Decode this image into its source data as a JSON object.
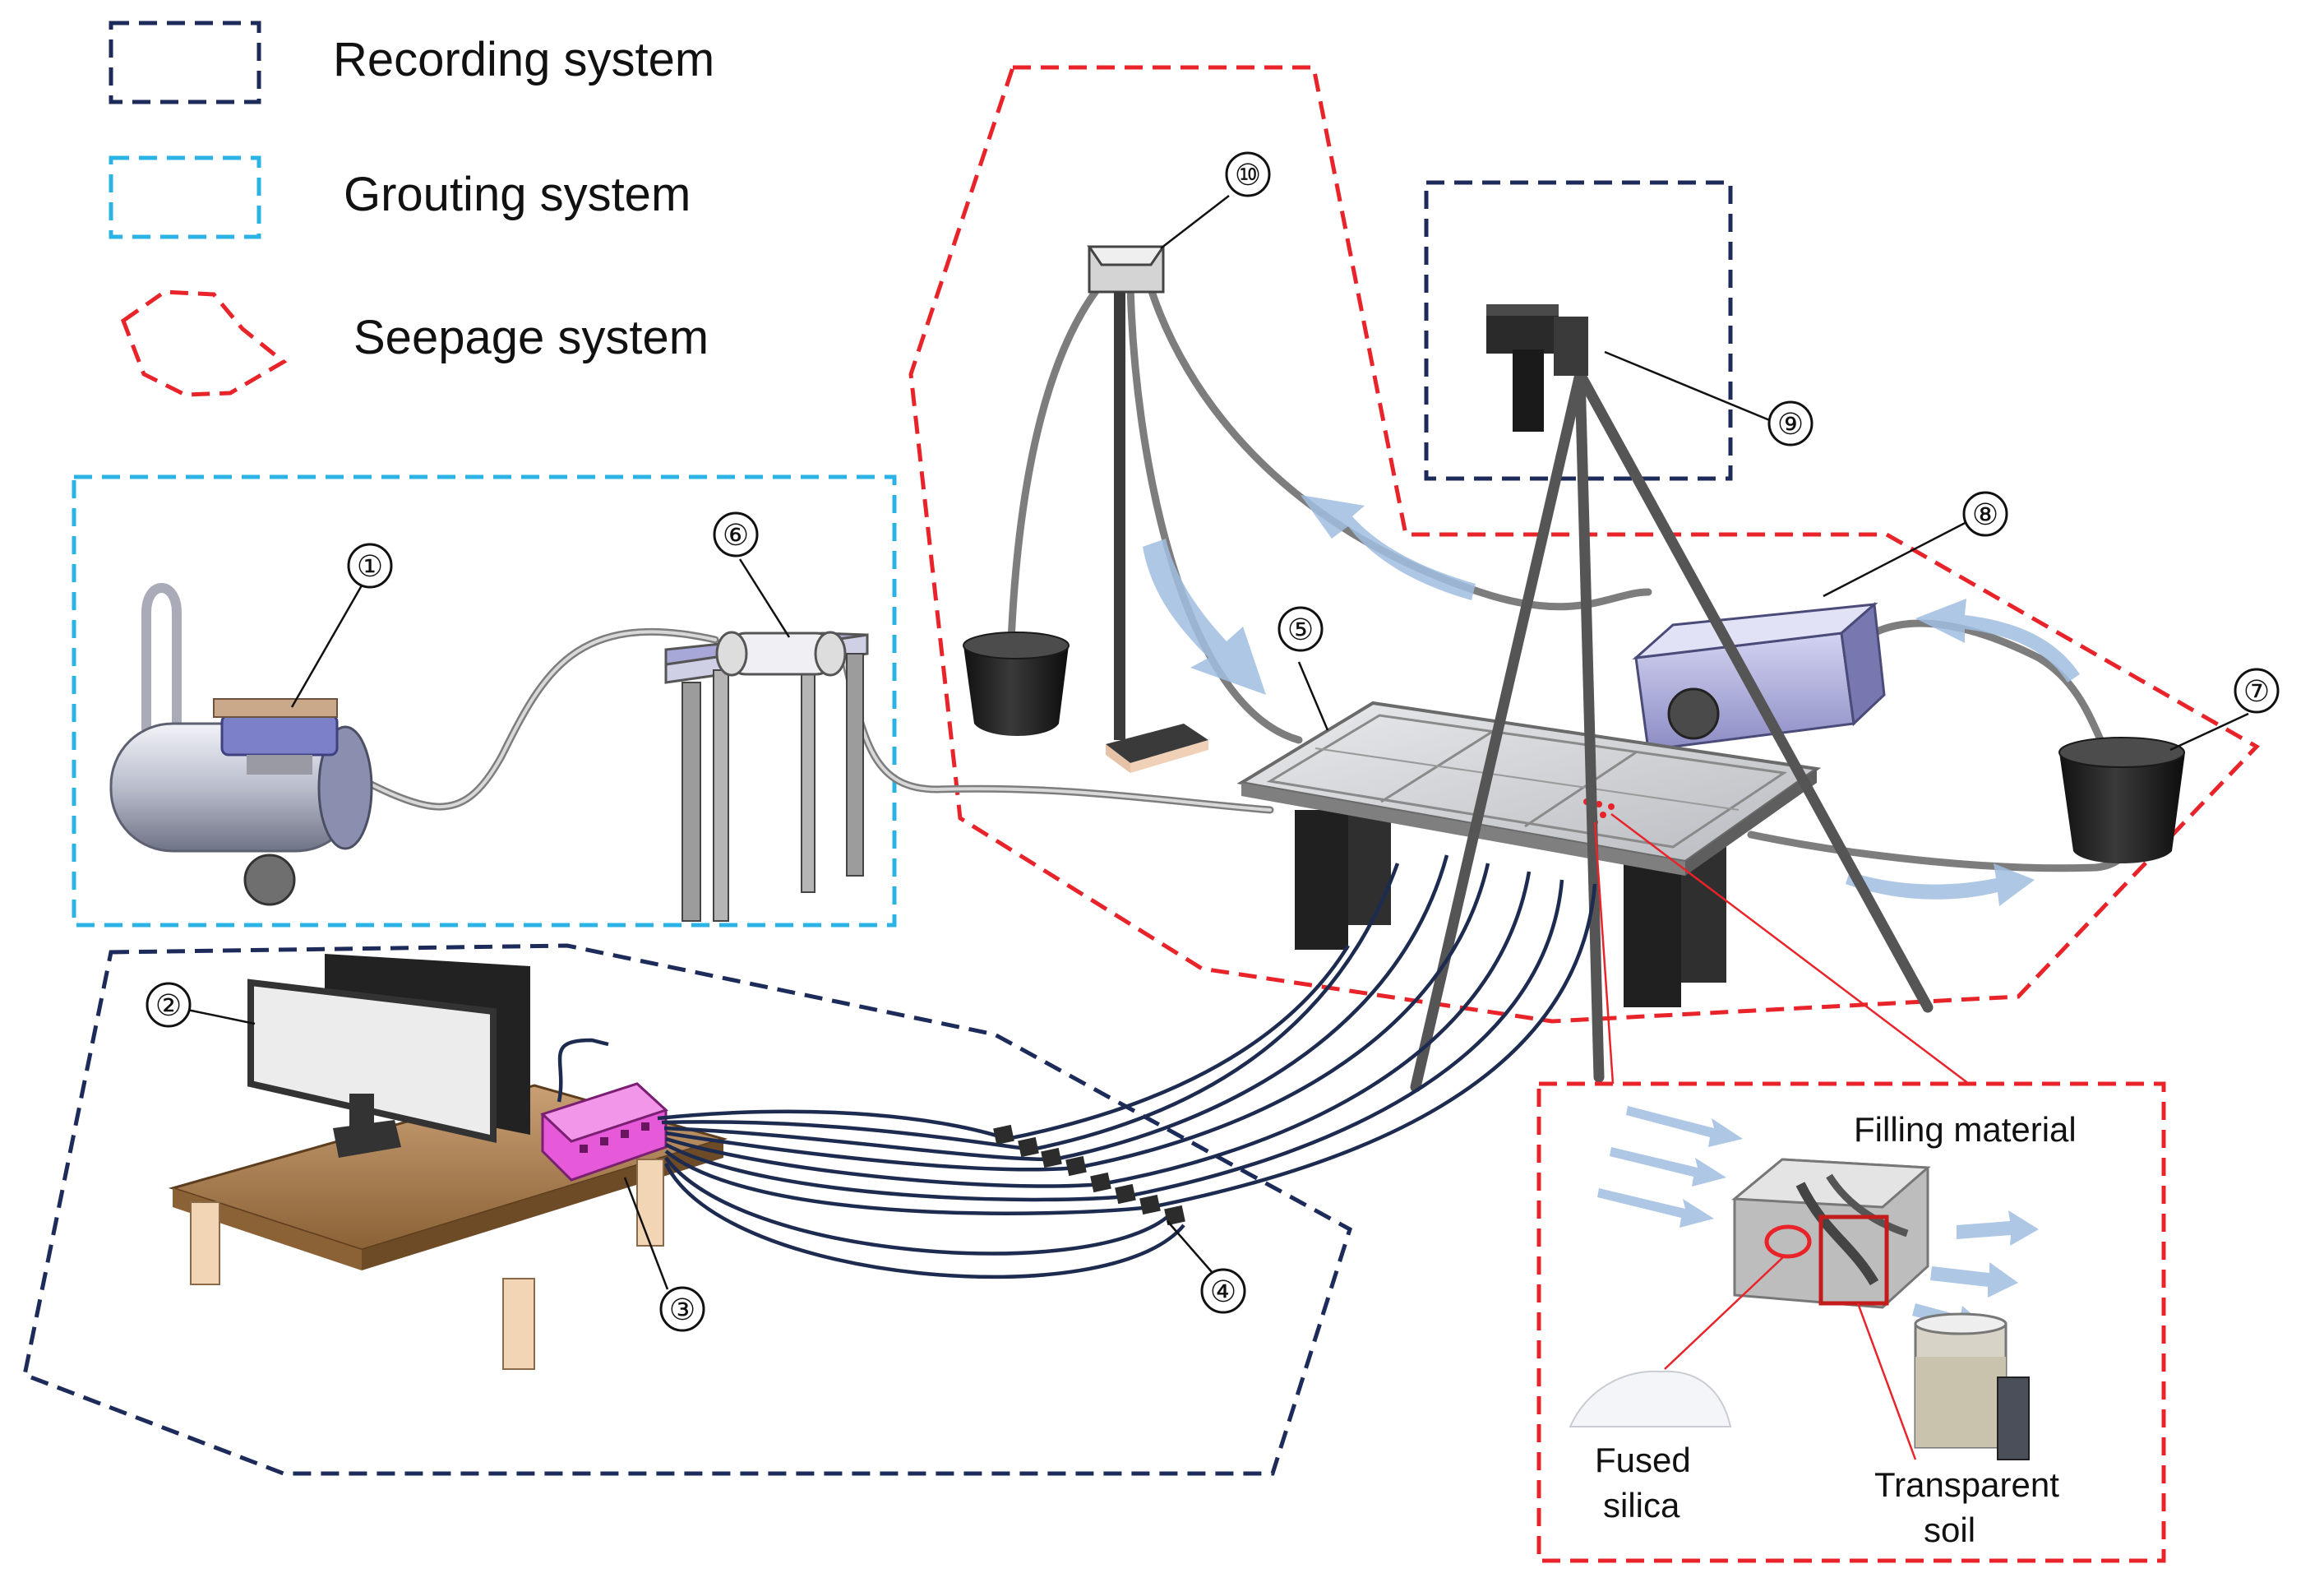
{
  "legend": {
    "items": [
      {
        "label": "Recording  system",
        "color": "#1c2b5a",
        "style": "box"
      },
      {
        "label": "Grouting  system",
        "color": "#2bb3e6",
        "style": "box"
      },
      {
        "label": "Seepage  system",
        "color": "#e8242a",
        "style": "blob"
      }
    ]
  },
  "callouts": [
    "①",
    "②",
    "③",
    "④",
    "⑤",
    "⑥",
    "⑦",
    "⑧",
    "⑨",
    "⑩"
  ],
  "inset": {
    "title": "Filling  material",
    "fused_silica": [
      "Fused",
      "silica"
    ],
    "transparent_soil": [
      "Transparent",
      "soil"
    ]
  },
  "colors": {
    "recording": "#1c2b5a",
    "grouting": "#2bb3e6",
    "seepage": "#e8242a",
    "flow_arrow": "#9fbde0"
  },
  "icons": [
    "air-compressor",
    "grout-cylinder",
    "monitor",
    "data-logger",
    "pressure-sensor",
    "transparent-model-box",
    "water-bucket",
    "water-pump",
    "camera-tripod",
    "constant-head-tank"
  ]
}
